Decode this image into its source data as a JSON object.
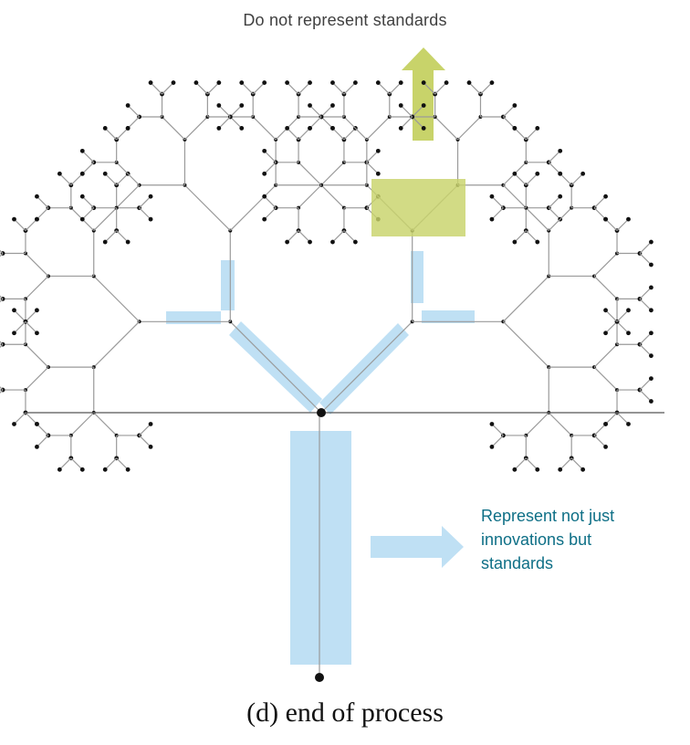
{
  "annotations": {
    "top_note": "Do not represent standards",
    "right_note_lines": [
      "Represent not just",
      "innovations but",
      "standards"
    ]
  },
  "caption": "(d)  end of process",
  "colors": {
    "highlight_blue": "#bfe0f4",
    "highlight_green": "#c8d36a",
    "tree_line": "#9a9a9a",
    "node": "#111111",
    "ground_line": "#555555",
    "right_note_text": "#0e6f86"
  },
  "tree": {
    "depth": 7,
    "branching": 2
  }
}
